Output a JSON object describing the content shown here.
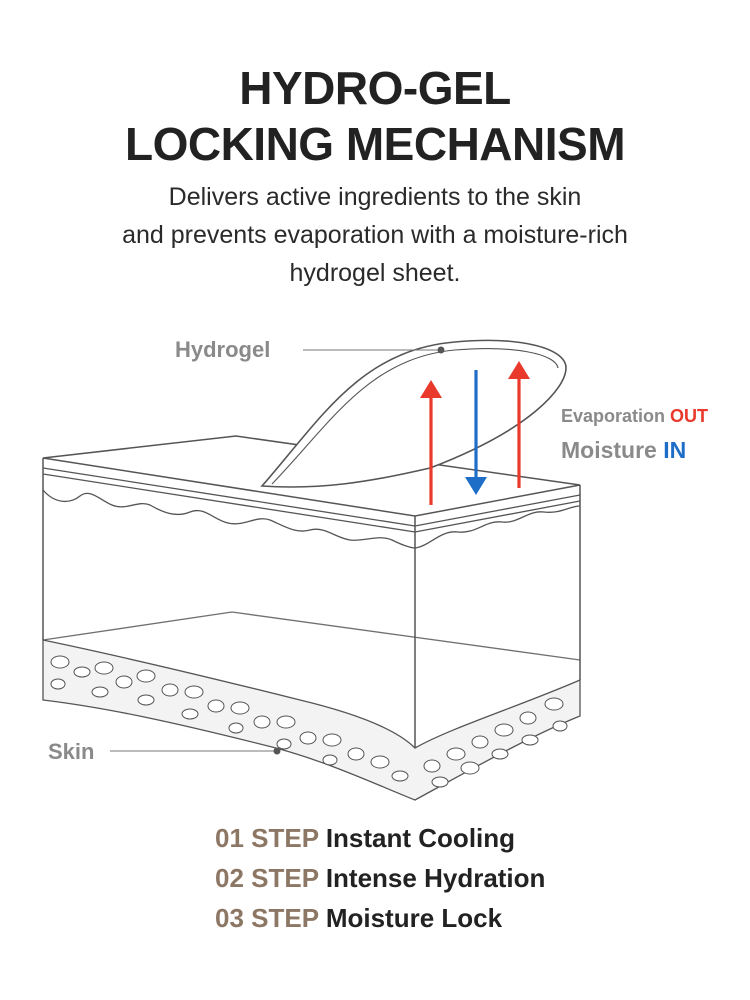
{
  "title": {
    "line1": "HYDRO-GEL",
    "line2": "LOCKING MECHANISM"
  },
  "subtitle": {
    "line1": "Delivers active ingredients to the skin",
    "line2": "and prevents evaporation with a moisture-rich",
    "line3": "hydrogel sheet."
  },
  "diagram": {
    "hydrogel_label": "Hydrogel",
    "skin_label": "Skin",
    "evaporation_label": "Evaporation",
    "out_label": "OUT",
    "moisture_label": "Moisture",
    "in_label": "IN"
  },
  "steps": [
    {
      "number": "01 STEP",
      "text": "Instant Cooling"
    },
    {
      "number": "02 STEP",
      "text": "Intense Hydration"
    },
    {
      "number": "03 STEP",
      "text": "Moisture Lock"
    }
  ],
  "colors": {
    "out_red": "#e8392b",
    "in_blue": "#1e6ec8",
    "label_gray": "#8a8a8a",
    "step_brown": "#8c7765",
    "line_gray": "#555555"
  }
}
